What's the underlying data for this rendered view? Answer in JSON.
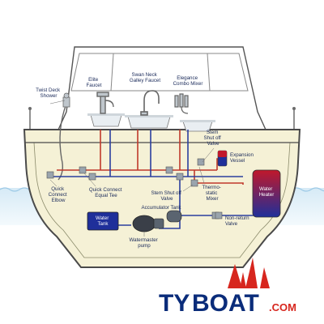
{
  "labels": {
    "twist_deck_shower": [
      "Twist Deck",
      "Shower"
    ],
    "elite_faucet": [
      "Elite",
      "Faucet"
    ],
    "swan_neck": [
      "Swan Neck",
      "Galley Faucet"
    ],
    "elegance_mixer": [
      "Elegance",
      "Combo Mixer"
    ],
    "stem_shutoff_upper": [
      "Stem",
      "Shut off",
      "Valve"
    ],
    "expansion_vessel": [
      "Expansion",
      "Vessel"
    ],
    "quick_connect_elbow": [
      "Quick",
      "Connect",
      "Elbow"
    ],
    "quick_connect_tee": [
      "Quick Connect",
      "Equal Tee"
    ],
    "stem_shutoff_lower": [
      "Stem Shut off",
      "Valve"
    ],
    "thermostatic_mixer": [
      "Thermo-",
      "static",
      "Mixer"
    ],
    "water_heater": [
      "Water",
      "Heater"
    ],
    "accumulator_tank": "Accumulator Tank",
    "non_return_valve": [
      "Non-return",
      "Valve"
    ],
    "water_tank": [
      "Water",
      "Tank"
    ],
    "watermaster_pump": [
      "Watermaster",
      "pump"
    ]
  },
  "brand": {
    "ty": "TY",
    "boat": "BOAT",
    "com": ".COM"
  },
  "colors": {
    "hot_pipe": "#c0392b",
    "cold_pipe": "#2b3f9e",
    "hull": "#f5f1d6",
    "hull_stroke": "#4a4a4a",
    "water": "#cfe6f4",
    "heater_top": "#c0182b",
    "heater_bottom": "#1f2f9a",
    "brand_blue": "#0a2c7a",
    "brand_red": "#d7261e"
  }
}
